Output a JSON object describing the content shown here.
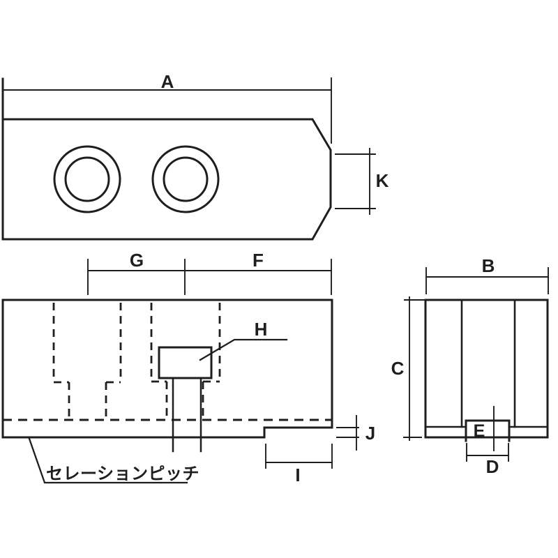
{
  "colors": {
    "ink": "#1e1e1e",
    "paper": "#ffffff"
  },
  "dimension_labels": {
    "a": "A",
    "b": "B",
    "c": "C",
    "d": "D",
    "e": "E",
    "f": "F",
    "g": "G",
    "h": "H",
    "i": "I",
    "j": "J",
    "k": "K"
  },
  "annotations": {
    "serration_pitch": "セレーションピッチ"
  }
}
